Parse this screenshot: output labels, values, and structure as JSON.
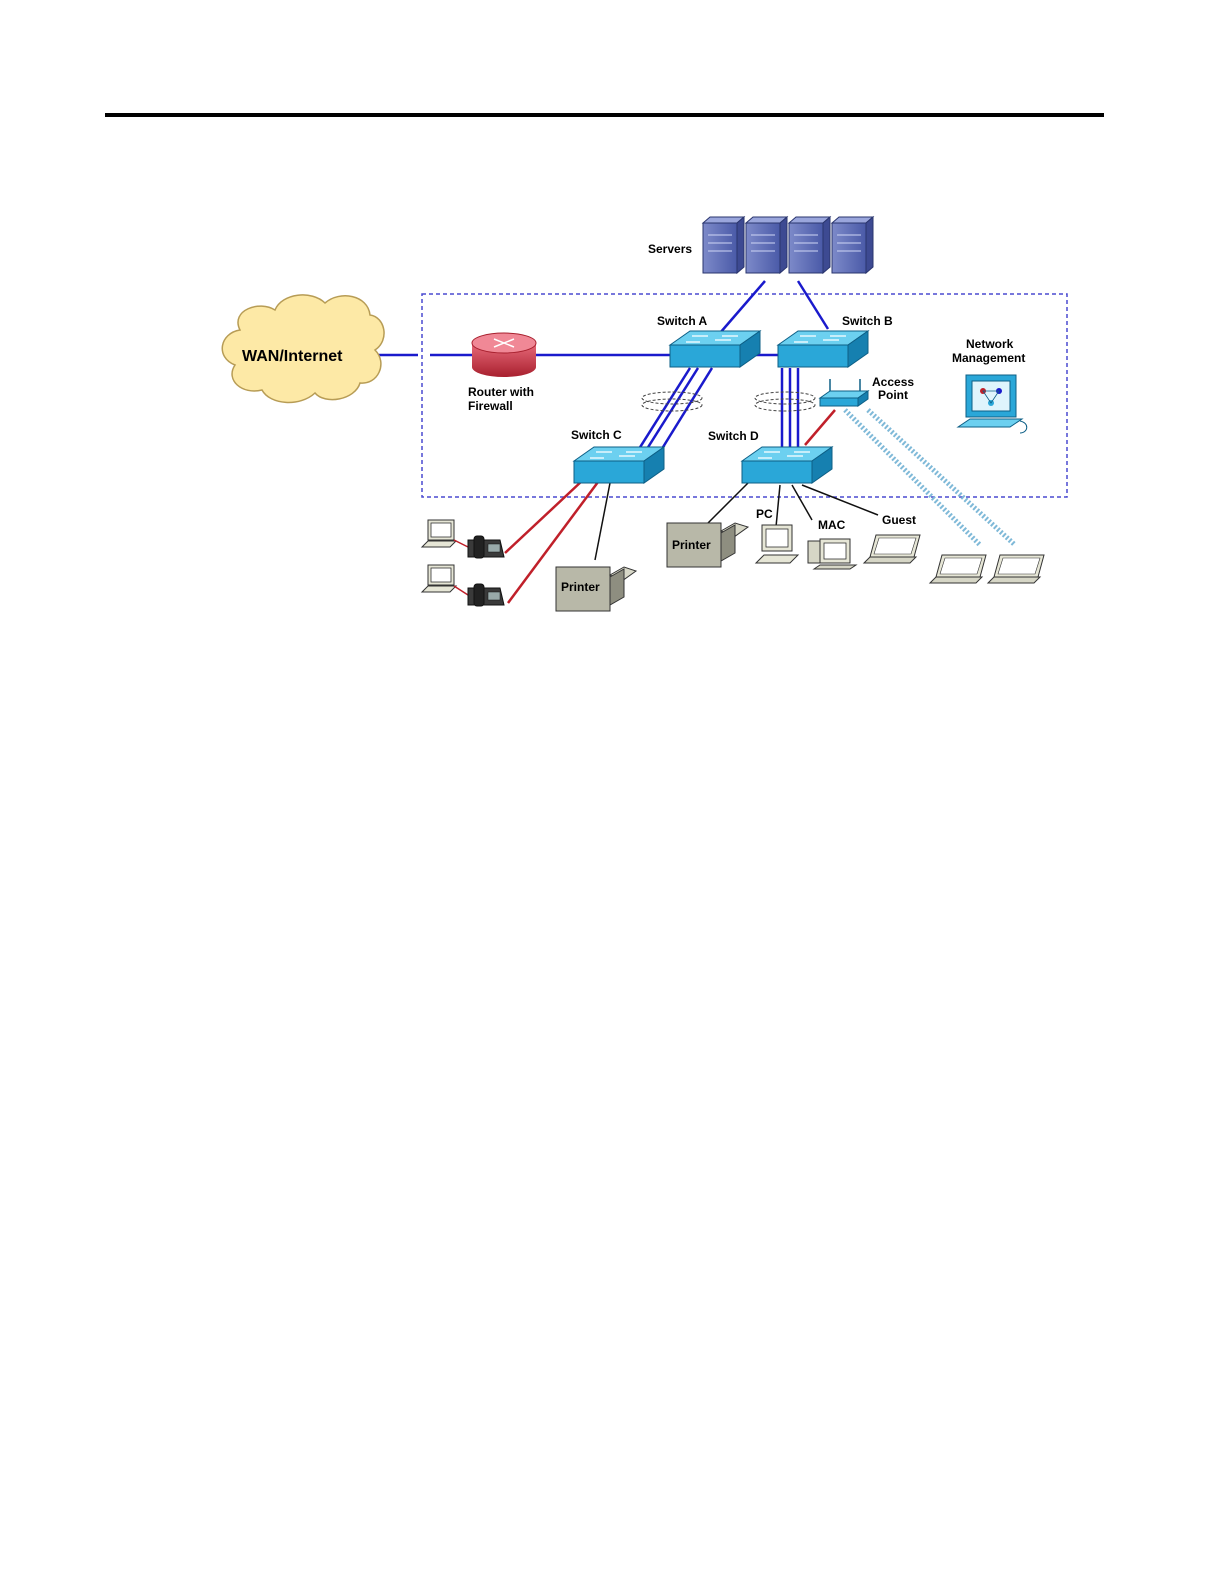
{
  "diagram": {
    "labels": {
      "servers": "Servers",
      "wan": "WAN/Internet",
      "router_line1": "Router with",
      "router_line2": "Firewall",
      "switch_a": "Switch A",
      "switch_b": "Switch B",
      "switch_c": "Switch C",
      "switch_d": "Switch D",
      "network_mgmt_line1": "Network",
      "network_mgmt_line2": "Management",
      "ap_line1": "Access",
      "ap_line2": "Point",
      "printer_left": "Printer",
      "printer_right": "Printer",
      "pc": "PC",
      "mac": "MAC",
      "guest": "Guest"
    },
    "colors": {
      "link_blue": "#1a1acc",
      "link_red": "#c0202a",
      "switch_blue": "#2aa7d8",
      "cloud": "#fde9a6",
      "boundary": "#4a4ad0",
      "wireless": "#7fb9d8"
    }
  }
}
